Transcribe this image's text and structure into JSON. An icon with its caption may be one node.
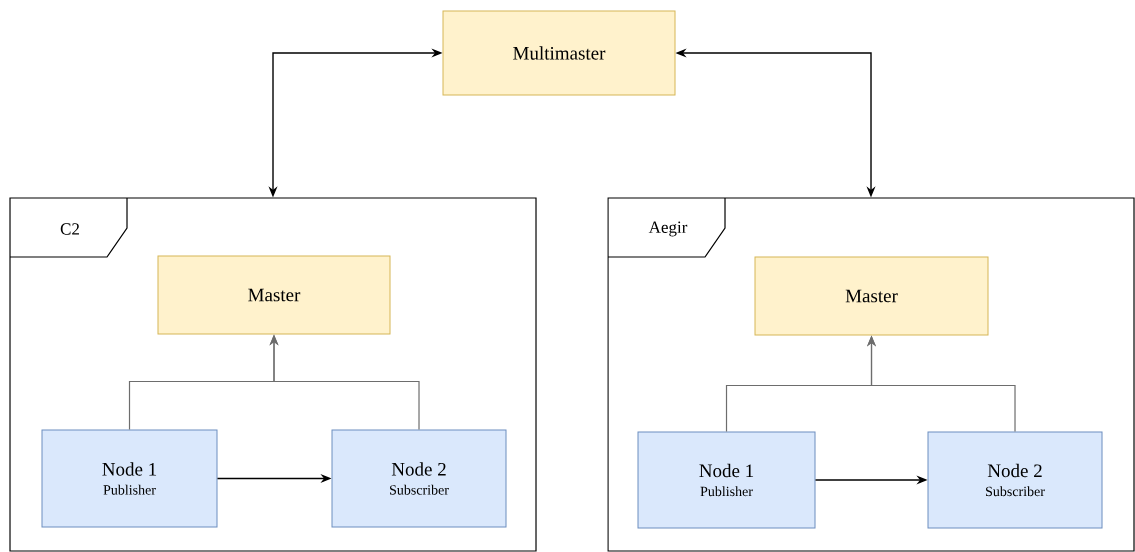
{
  "diagram": {
    "nodes": [
      {
        "text": [
          "Multimaster"
        ]
      },
      {
        "text": [
          "C2"
        ]
      },
      {
        "text": [
          "Master"
        ],
        "in": 1
      },
      {
        "text": [
          "Node 1",
          "Publisher"
        ],
        "in": 1
      },
      {
        "text": [
          "Node 2",
          "Subscriber"
        ],
        "in": 1
      },
      {
        "text": [
          "Aegir"
        ]
      },
      {
        "text": [
          "Master"
        ],
        "in": 5
      },
      {
        "text": [
          "Node 1",
          "Publisher"
        ],
        "in": 5
      },
      {
        "text": [
          "Node 2",
          "Subscriber"
        ],
        "in": 5
      }
    ],
    "edges": [
      {
        "from": 0,
        "to": 1,
        "arrow": "both"
      },
      {
        "from": 0,
        "to": 5,
        "arrow": "both"
      },
      {
        "from": 3,
        "to": 2,
        "arrow": "to",
        "color": "#6d6d6d"
      },
      {
        "from": 4,
        "to": 2,
        "arrow": "to",
        "color": "#6d6d6d"
      },
      {
        "from": 3,
        "to": 4,
        "arrow": "to"
      },
      {
        "from": 7,
        "to": 6,
        "arrow": "to",
        "color": "#6d6d6d"
      },
      {
        "from": 8,
        "to": 6,
        "arrow": "to",
        "color": "#6d6d6d"
      },
      {
        "from": 7,
        "to": 8,
        "arrow": "to"
      }
    ]
  }
}
